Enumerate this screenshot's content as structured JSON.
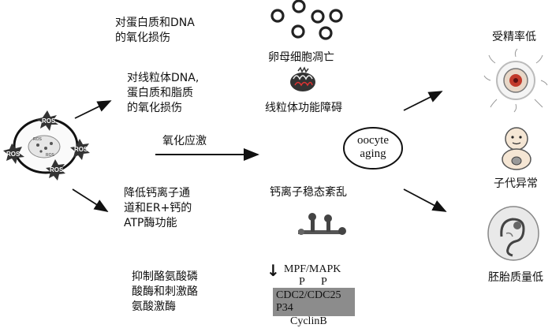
{
  "left_labels": {
    "damage_protein_dna": "对蛋白质和DNA\n的氧化损伤",
    "damage_mito": "对线粒体DNA,\n蛋白质和脂质\n的氧化损伤",
    "calcium_channels": "降低钙离子通\n道和ER+钙的\nATP酶功能",
    "kinase_inhibit": "抑制酪氨酸磷\n酸酶和刺激酪\n氨酸激酶"
  },
  "center_labels": {
    "oocyte_apoptosis": "卵母细胞凋亡",
    "mito_dysfunction": "线粒体功能障碍",
    "oxidative_stress": "氧化应激",
    "calcium_disorder": "钙离子稳态紊乱"
  },
  "oocyte_aging": {
    "line1": "oocyte",
    "line2": "aging"
  },
  "right_labels": {
    "low_fertilization": "受精率低",
    "offspring_abnormal": "子代异常",
    "low_embryo_quality": "胚胎质量低"
  },
  "signaling": {
    "down_arrow": "↓",
    "mpf_mapk": "MPF/MAPK",
    "p1": "P",
    "p2": "P",
    "cdc": "CDC2/CDC25",
    "p34": "P34",
    "cyclin": "CyclinB"
  },
  "ros_labels": [
    "ROS",
    "ROS",
    "ROS",
    "ROS"
  ],
  "cell_labels": {
    "inner1": "ROS",
    "inner2": "ROS"
  }
}
